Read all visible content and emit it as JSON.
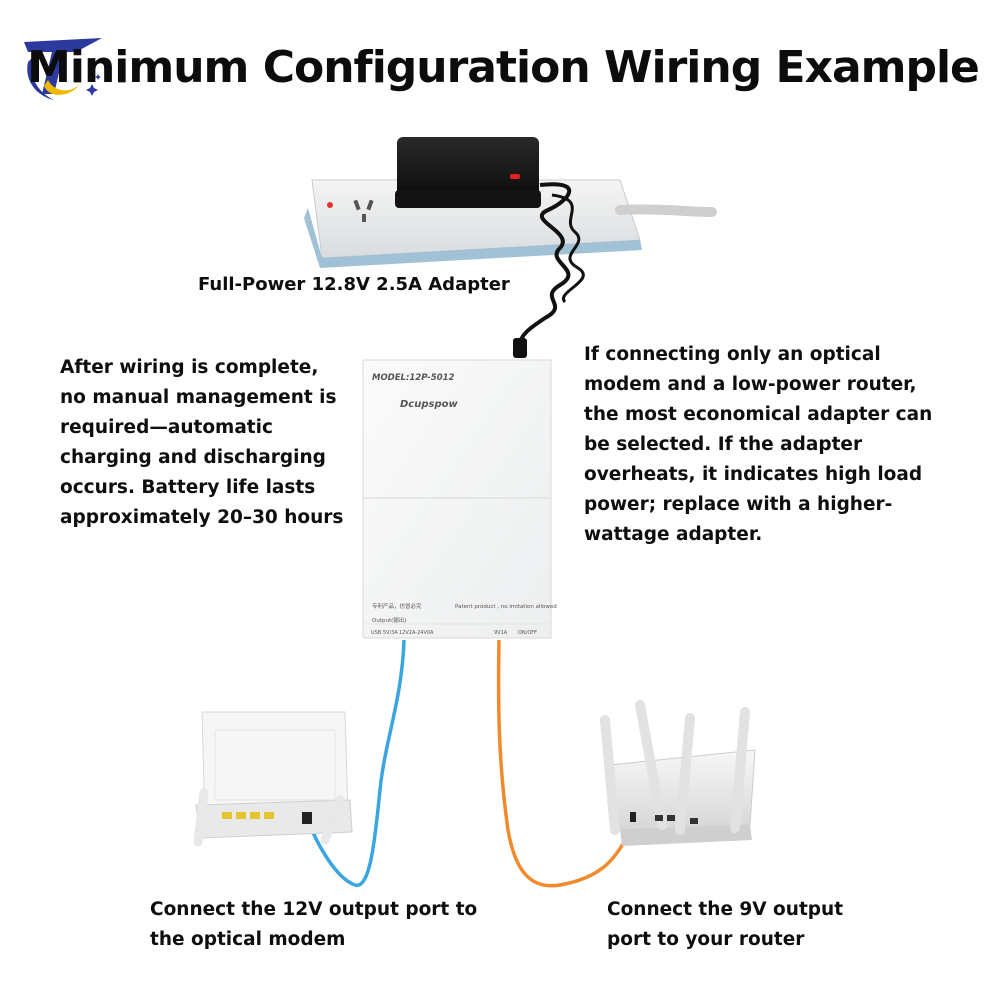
{
  "title": "Minimum Configuration Wiring Example",
  "adapter_label": "Full-Power 12.8V 2.5A Adapter",
  "note_left": "After wiring is complete, no manual management is required—automatic charging and discharging occurs. Battery life lasts approximately 20–30 hours",
  "note_right": "If connecting only an optical modem and a low-power router, the most economical adapter can be selected. If the adapter overheats, it indicates high load power; replace with a higher-wattage adapter.",
  "caption_left": "Connect the 12V output port to the optical modem",
  "caption_right": "Connect the 9V output port to your router",
  "ups": {
    "model": "MODEL:12P-5012",
    "brand": "Dcupspow",
    "footer_left": "专利产品，仿冒必究",
    "footer_right": "Patent product , no imitation allowed",
    "output_label": "Output(输出)",
    "port_usb": "USB 5V/3A",
    "port_12v": "12V2A-24V0A",
    "port_9v": "9V1A",
    "port_switch": "ON/OFF"
  },
  "colors": {
    "cable_12v": "#3aa6e0",
    "cable_9v": "#f08a2c",
    "logo_blue": "#2b3a9c",
    "logo_gold": "#f0b800"
  },
  "icons": {
    "logo": "brand-logo-icon",
    "power_strip": "power-strip-icon",
    "adapter": "power-adapter-icon",
    "ups": "mini-ups-icon",
    "modem": "optical-modem-icon",
    "router": "router-icon"
  }
}
